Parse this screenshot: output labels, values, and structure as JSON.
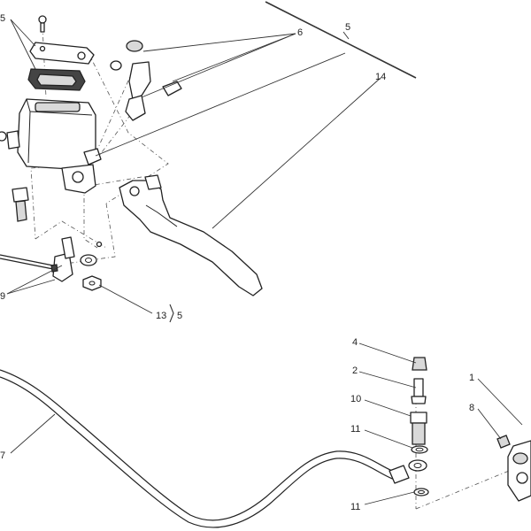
{
  "callouts": {
    "c1": "1",
    "c2": "2",
    "c4": "4",
    "c5_top_left": "5",
    "c5_top_bracket": "5",
    "c5_bottom_bracket": "5",
    "c6": "6",
    "c7": "7",
    "c8": "8",
    "c9": "9",
    "c10": "10",
    "c11_upper": "11",
    "c11_lower": "11",
    "c13": "13",
    "c14": "14"
  }
}
